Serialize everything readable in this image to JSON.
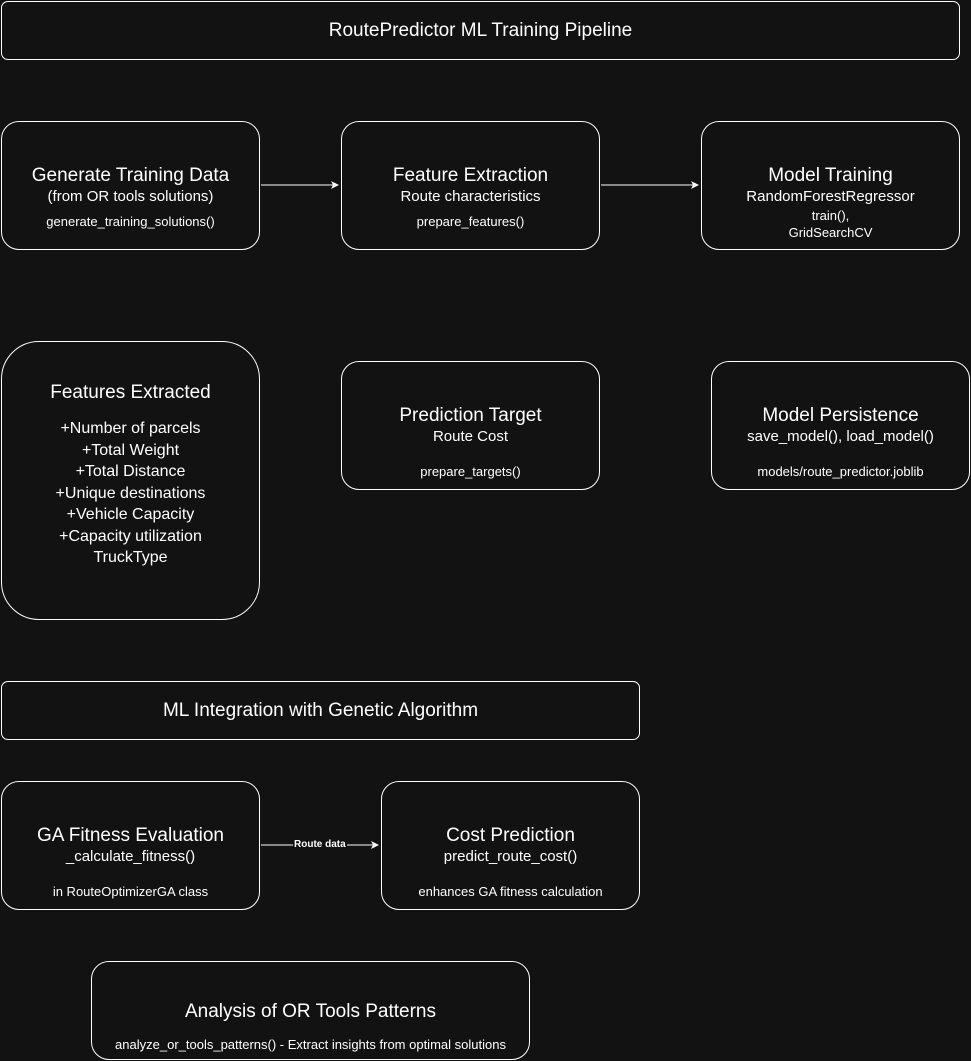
{
  "title": "RoutePredictor ML Training  Pipeline",
  "top_row": {
    "generate": {
      "title": "Generate Training Data",
      "subtitle": "(from OR tools solutions)",
      "detail": "generate_training_solutions()"
    },
    "extraction": {
      "title": "Feature Extraction",
      "subtitle": "Route characteristics",
      "detail": "prepare_features()"
    },
    "training": {
      "title": "Model Training",
      "subtitle": "RandomForestRegressor",
      "detail_line1": "train(),",
      "detail_line2": "GridSearchCV"
    }
  },
  "features": {
    "title": "Features Extracted",
    "items": [
      "+Number of parcels",
      "+Total Weight",
      "+Total Distance",
      "+Unique destinations",
      "+Vehicle Capacity",
      "+Capacity utilization",
      "TruckType"
    ]
  },
  "target": {
    "title": "Prediction Target",
    "subtitle": "Route Cost",
    "detail": "prepare_targets()"
  },
  "persistence": {
    "title": "Model Persistence",
    "subtitle": "save_model(), load_model()",
    "detail": "models/route_predictor.joblib"
  },
  "integration_title": "ML Integration with Genetic Algorithm",
  "fitness": {
    "title": "GA Fitness Evaluation",
    "subtitle": "_calculate_fitness()",
    "detail": "in RouteOptimizerGA class"
  },
  "edge_label": "Route data",
  "cost": {
    "title": "Cost Prediction",
    "subtitle": "predict_route_cost()",
    "detail": "enhances GA fitness calculation"
  },
  "analysis": {
    "title": "Analysis of OR Tools  Patterns",
    "detail": "analyze_or_tools_patterns() - Extract insights from optimal solutions"
  },
  "colors": {
    "background": "#121212",
    "stroke": "#ffffff",
    "text": "#ffffff"
  }
}
